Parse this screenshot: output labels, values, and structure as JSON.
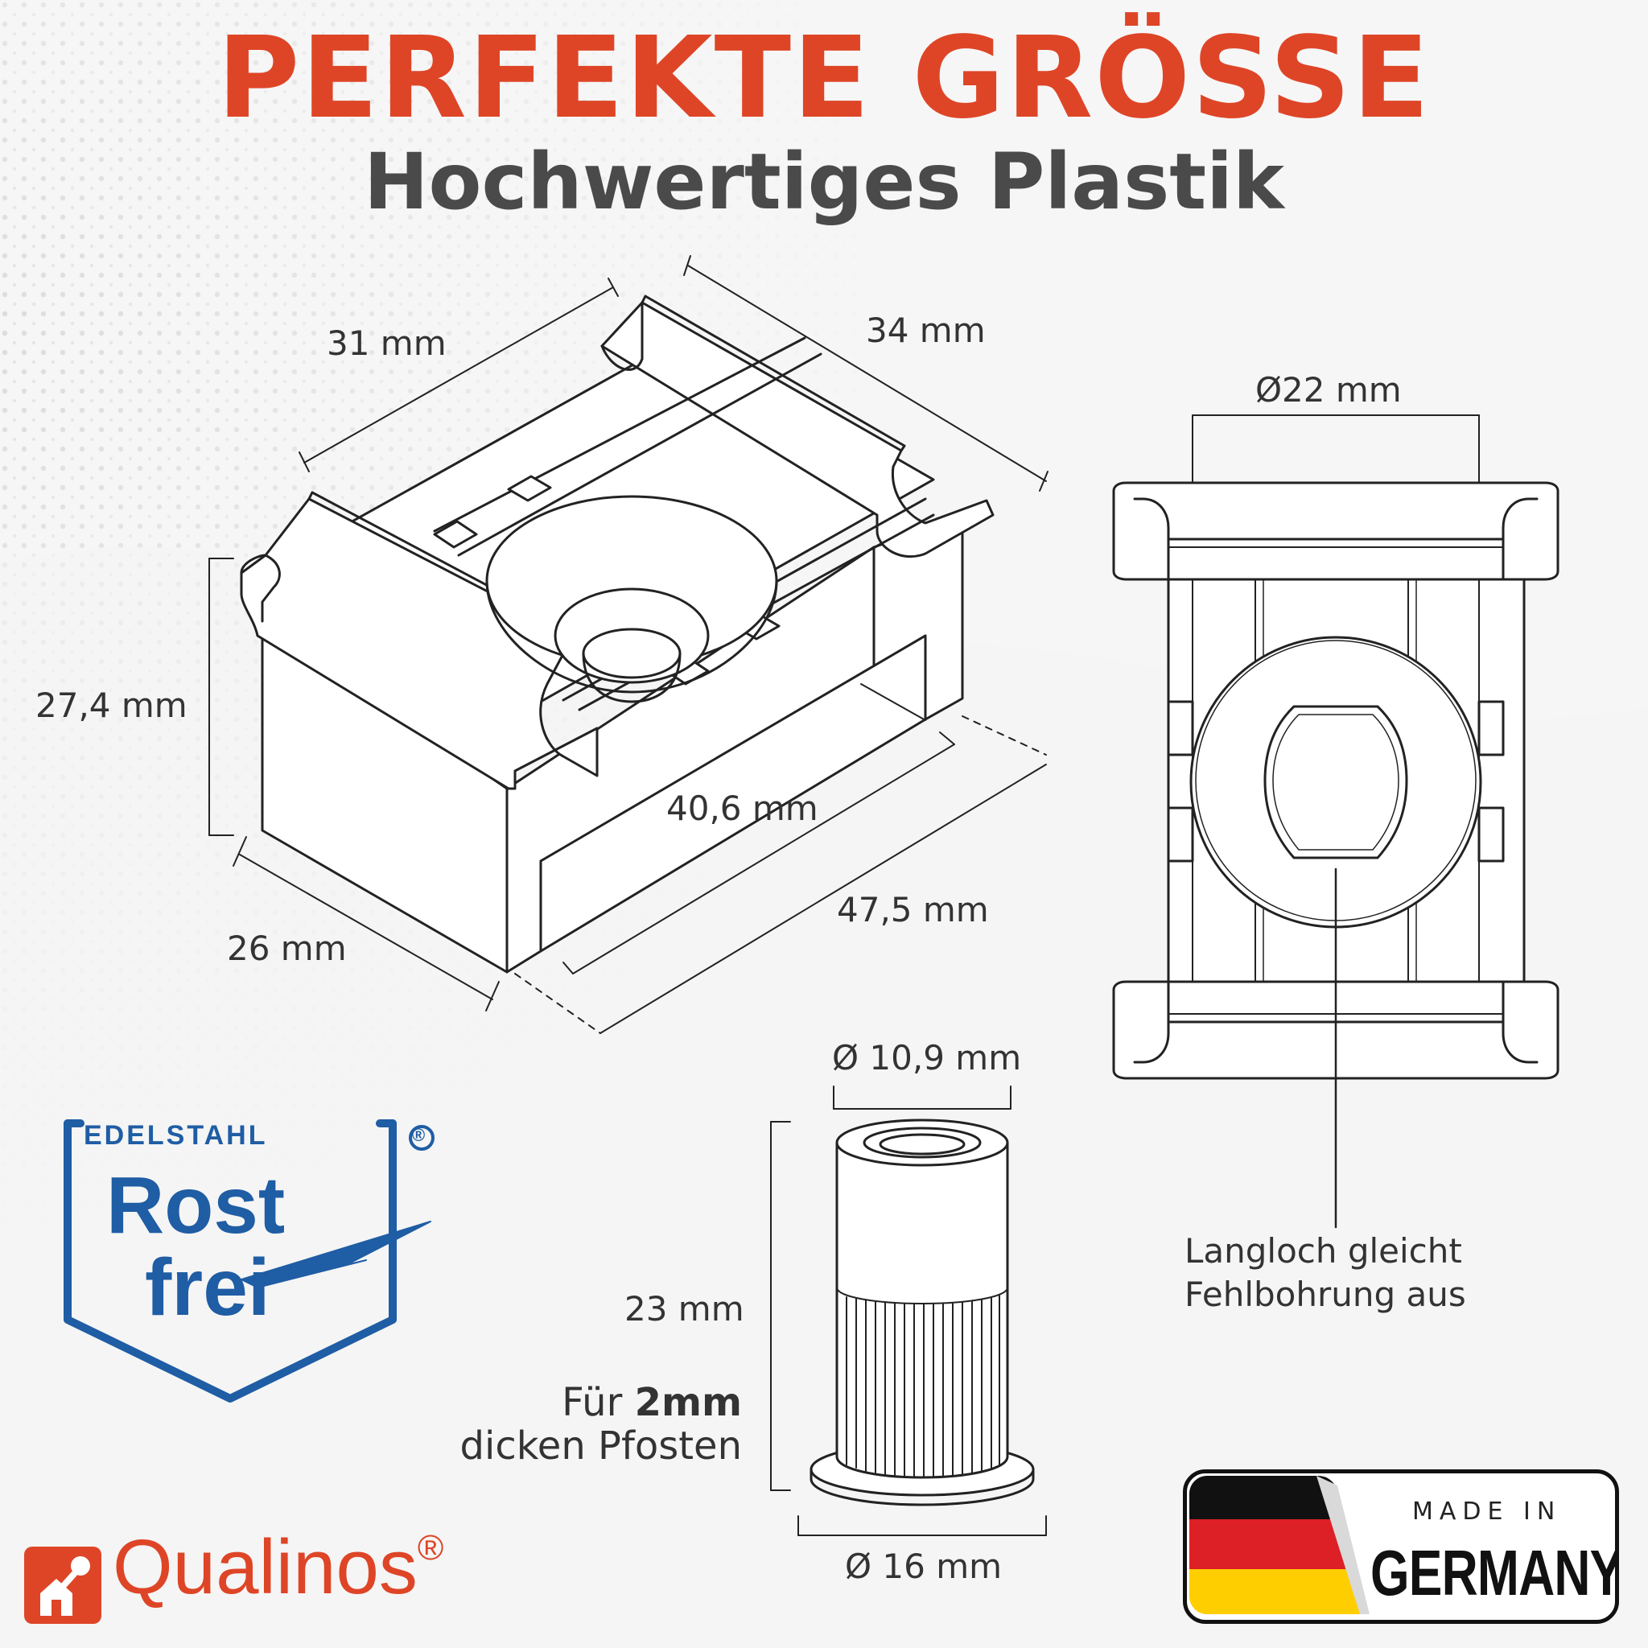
{
  "header": {
    "title": "PERFEKTE GRÖSSE",
    "subtitle": "Hochwertiges Plastik"
  },
  "dimensions": {
    "cage_width": "31 mm",
    "cage_length": "34 mm",
    "cage_height": "27,4 mm",
    "inner_length": "40,6 mm",
    "outer_length": "47,5 mm",
    "depth": "26 mm",
    "hole_diameter": "Ø22 mm",
    "rivet_inner_diameter": "Ø 10,9 mm",
    "rivet_height": "23 mm",
    "rivet_flange_diameter": "Ø 16 mm"
  },
  "notes": {
    "slot_line1": "Langloch gleicht",
    "slot_line2": "Fehlbohrung aus",
    "post_prefix": "Für ",
    "post_bold": "2mm",
    "post_line2": "dicken Pfosten"
  },
  "badges": {
    "edelstahl": "EDELSTAHL",
    "registered": "®",
    "rost": "Rost",
    "frei": "frei",
    "made_in": "MADE IN",
    "country": "GERMANY"
  },
  "brand": {
    "name": "Qualinos",
    "mark": "®"
  },
  "colors": {
    "accent": "#de4527",
    "subtitle": "#4a4a4a",
    "badge_blue": "#1f5da4",
    "flag_black": "#111111",
    "flag_red": "#dd1f26",
    "flag_gold": "#ffce00"
  }
}
